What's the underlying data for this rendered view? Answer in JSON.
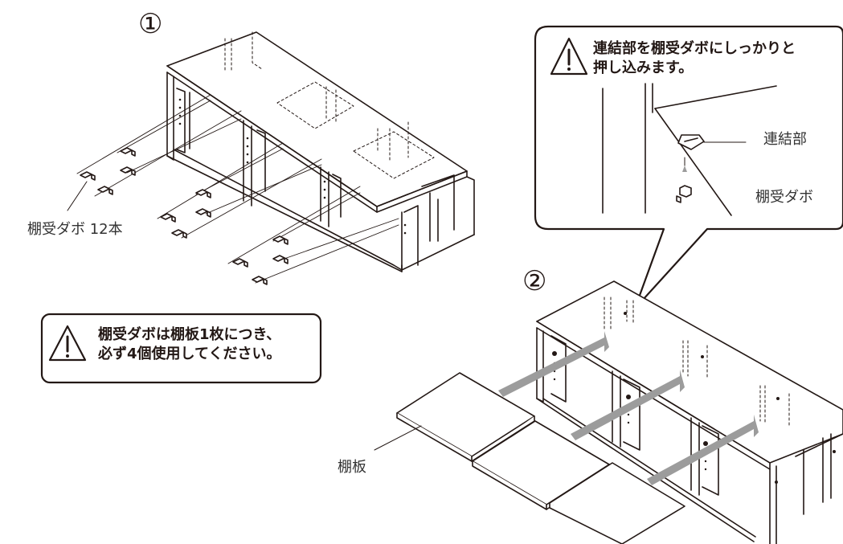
{
  "step1": {
    "number": "①",
    "dowel_label": "棚受ダボ 12本"
  },
  "step2": {
    "number": "②",
    "shelf_label": "棚板"
  },
  "warning_left": {
    "line1": "棚受ダボは棚板1枚につき、",
    "line2": "必ず4個使用してください。"
  },
  "warning_callout": {
    "line1": "連結部を棚受ダボにしっかりと",
    "line2": "押し込みます。",
    "connector_label": "連結部",
    "dowel_label": "棚受ダボ"
  },
  "colors": {
    "line": "#231815",
    "arrow_gray": "#9c9c9c"
  }
}
